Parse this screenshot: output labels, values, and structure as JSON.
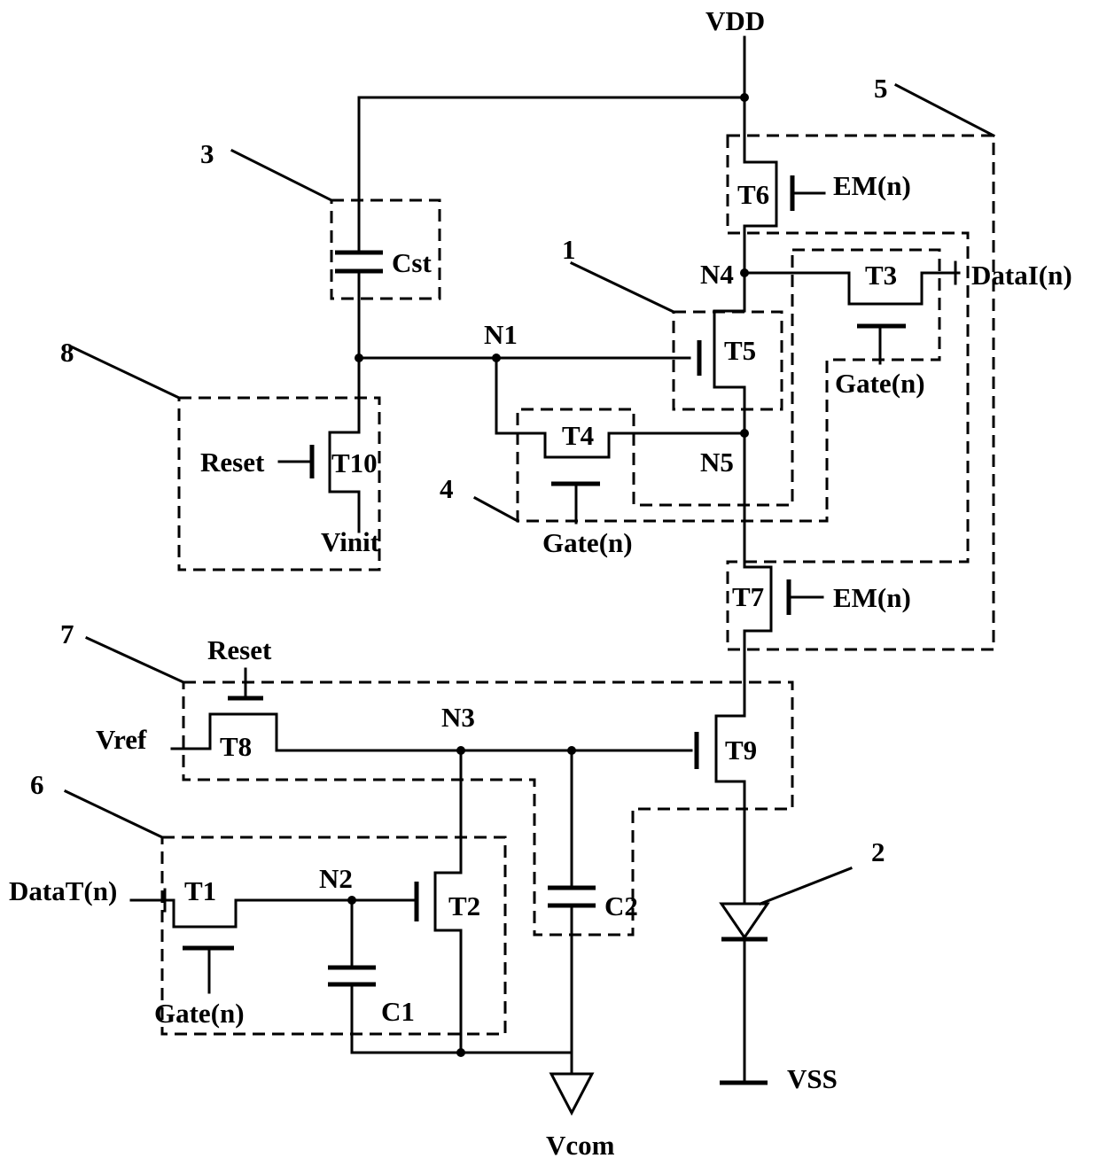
{
  "labels": {
    "vdd": "VDD",
    "vss": "VSS",
    "vcom": "Vcom",
    "vinit": "Vinit",
    "vref": "Vref",
    "reset_t10": "Reset",
    "reset_t8": "Reset",
    "cst": "Cst",
    "c1": "C1",
    "c2": "C2",
    "t1": "T1",
    "t2": "T2",
    "t3": "T3",
    "t4": "T4",
    "t5": "T5",
    "t6": "T6",
    "t7": "T7",
    "t8": "T8",
    "t9": "T9",
    "t10": "T10",
    "n1": "N1",
    "n2": "N2",
    "n3": "N3",
    "n4": "N4",
    "n5": "N5",
    "em_t6": "EM(n)",
    "em_t7": "EM(n)",
    "data_i": "DataI(n)",
    "data_t": "DataT(n)",
    "gate_t3": "Gate(n)",
    "gate_t4": "Gate(n)",
    "gate_t1": "Gate(n)",
    "block1": "1",
    "block2": "2",
    "block3": "3",
    "block4": "4",
    "block5": "5",
    "block6": "6",
    "block7": "7",
    "block8": "8"
  }
}
